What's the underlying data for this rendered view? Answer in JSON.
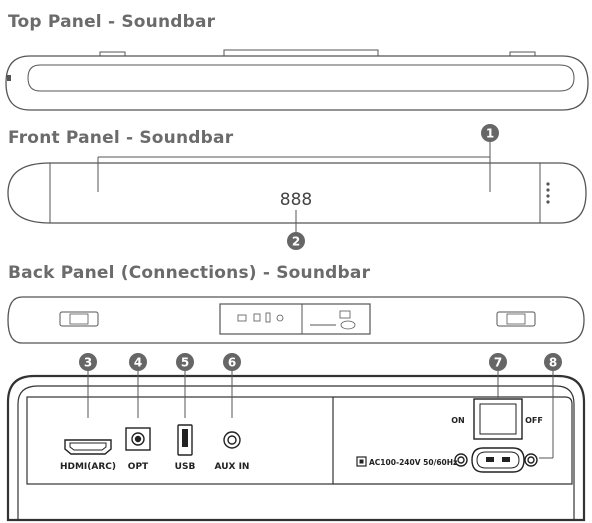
{
  "titles": {
    "top": "Top Panel - Soundbar",
    "front": "Front Panel - Soundbar",
    "back": "Back Panel (Connections) - Soundbar"
  },
  "front_display": "888",
  "callouts": [
    "1",
    "2",
    "3",
    "4",
    "5",
    "6",
    "7",
    "8"
  ],
  "ports": {
    "hdmi": "HDMI(ARC)",
    "opt": "OPT",
    "usb": "USB",
    "aux": "AUX IN"
  },
  "power": {
    "on": "ON",
    "off": "OFF",
    "rating": "AC100-240V 50/60Hz"
  },
  "colors": {
    "outline": "#555555",
    "callout_fill": "#666666",
    "callout_text": "#ffffff",
    "title": "#6b6b6b"
  },
  "icons": [
    "hdmi-port-icon",
    "optical-port-icon",
    "usb-port-icon",
    "aux-jack-icon",
    "power-switch-icon",
    "ac-socket-icon",
    "class-ii-square-icon"
  ]
}
